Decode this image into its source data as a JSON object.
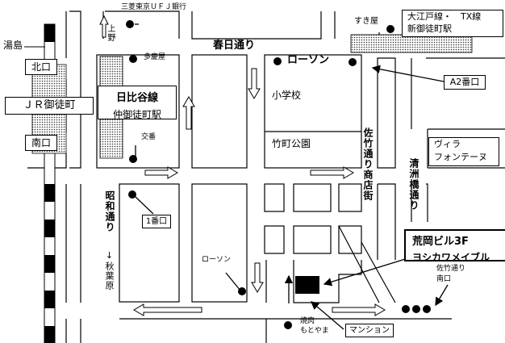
{
  "stations": {
    "yushima": "湯島",
    "kitaguchi": "北口",
    "jr_okachimachi": "ＪＲ御徒町",
    "minamiguchi": "南口",
    "oedo_line": "大江戸線・　TX線",
    "shin_okachimachi": "新御徒町駅",
    "hibiya_line": "日比谷線",
    "naka_okachimachi": "仲御徒町駅",
    "a2_exit": "A2番口",
    "exit1": "1番口",
    "satake_south": "佐竹通り\n南口"
  },
  "streets": {
    "kasuga": "春日通り",
    "showa": "昭和通り",
    "satake_shotengai": "佐竹通り商店街",
    "kiyosubashi": "清洲橋通り",
    "to_ueno": "上野",
    "to_akihabara": "↓秋葉原"
  },
  "landmarks": {
    "mufg": "三菱東京ＵＦＪ銀行",
    "sukiya": "すき屋",
    "tatoya": "多慶屋",
    "lawson_top": "ローソン",
    "elementary_school": "小学校",
    "takemachi_park": "竹町公園",
    "koban": "交番",
    "villa": "ヴィラ\nフォンテーヌ",
    "lawson_bottom": "ローソン",
    "yakiniku": "焼肉\nもとやま",
    "mansion": "マンション"
  },
  "destination": {
    "line1": "荒岡ビル3F",
    "line2": "ヨシカワメイブル"
  }
}
